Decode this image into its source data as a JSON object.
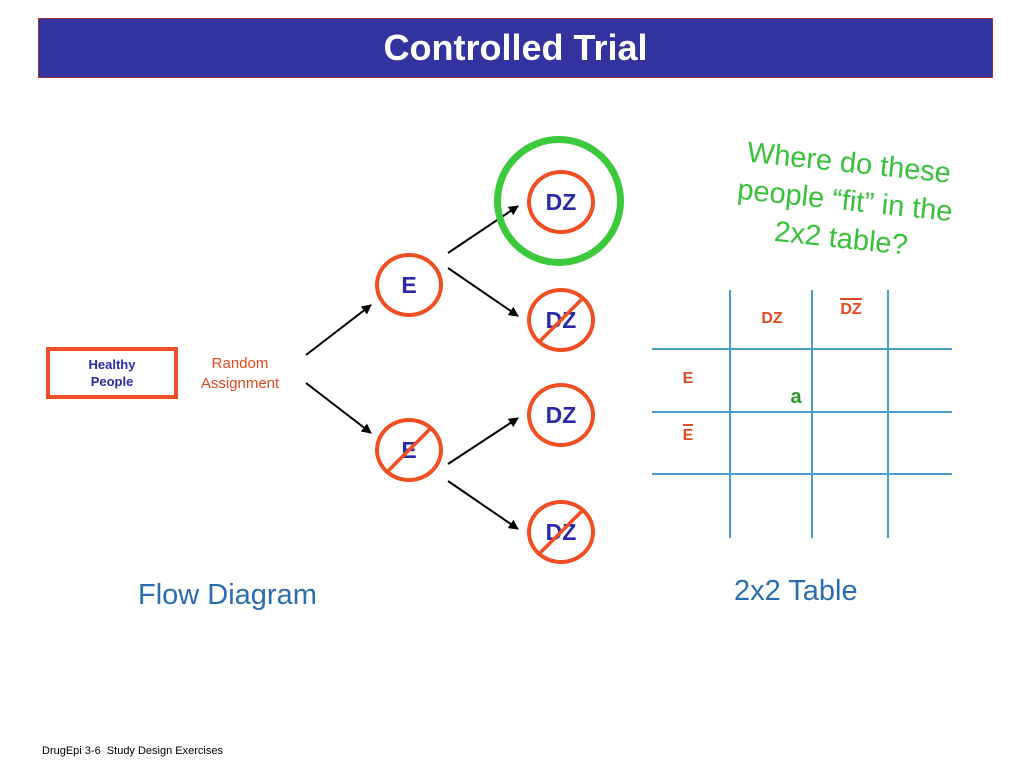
{
  "title": "Controlled Trial",
  "flow": {
    "start_line1": "Healthy",
    "start_line2": "People",
    "random_line1": "Random",
    "random_line2": "Assignment",
    "exposed": "E",
    "unexposed": "E",
    "disease": "DZ",
    "no_disease": "DZ",
    "caption": "Flow Diagram"
  },
  "question": {
    "line1": "Where do these",
    "line2": "people “fit” in the",
    "line3": "2x2 table?"
  },
  "table": {
    "col_dz": "DZ",
    "col_no_dz": "DZ",
    "row_e": "E",
    "row_no_e": "E",
    "cell_a": "a",
    "caption": "2x2 Table"
  },
  "footer": "DrugEpi 3-6  Study Design Exercises",
  "colors": {
    "title_bg": "#3333a0",
    "node_border": "#f04e23",
    "node_text": "#2a2aa8",
    "highlight_ring": "#3cc93c",
    "question_text": "#39c13a",
    "table_lines": "#4a9dc9",
    "caption_text": "#2a6eb0"
  }
}
